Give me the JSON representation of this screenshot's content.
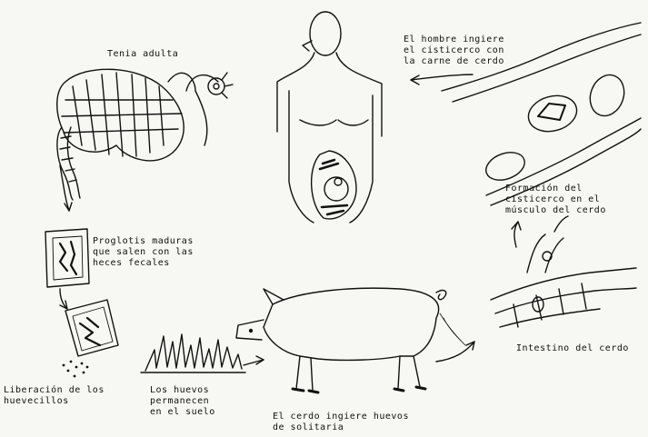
{
  "labels": {
    "tenia_adulta": "Tenia adulta",
    "hombre_ingiere": "El hombre ingiere\nel cisticerco con\nla carne de cerdo",
    "proglotis": "Proglotis maduras\nque salen con las\nheces fecales",
    "formacion": "Formación del\ncisticerco en el\nmúsculo del cerdo",
    "liberacion": "Liberación de los\nhuevecillos",
    "huevos_suelo": "Los huevos\npermanecen\nen el suelo",
    "cerdo_ingiere": "El cerdo ingiere huevos\nde solitaria",
    "intestino": "Intestino del cerdo"
  }
}
